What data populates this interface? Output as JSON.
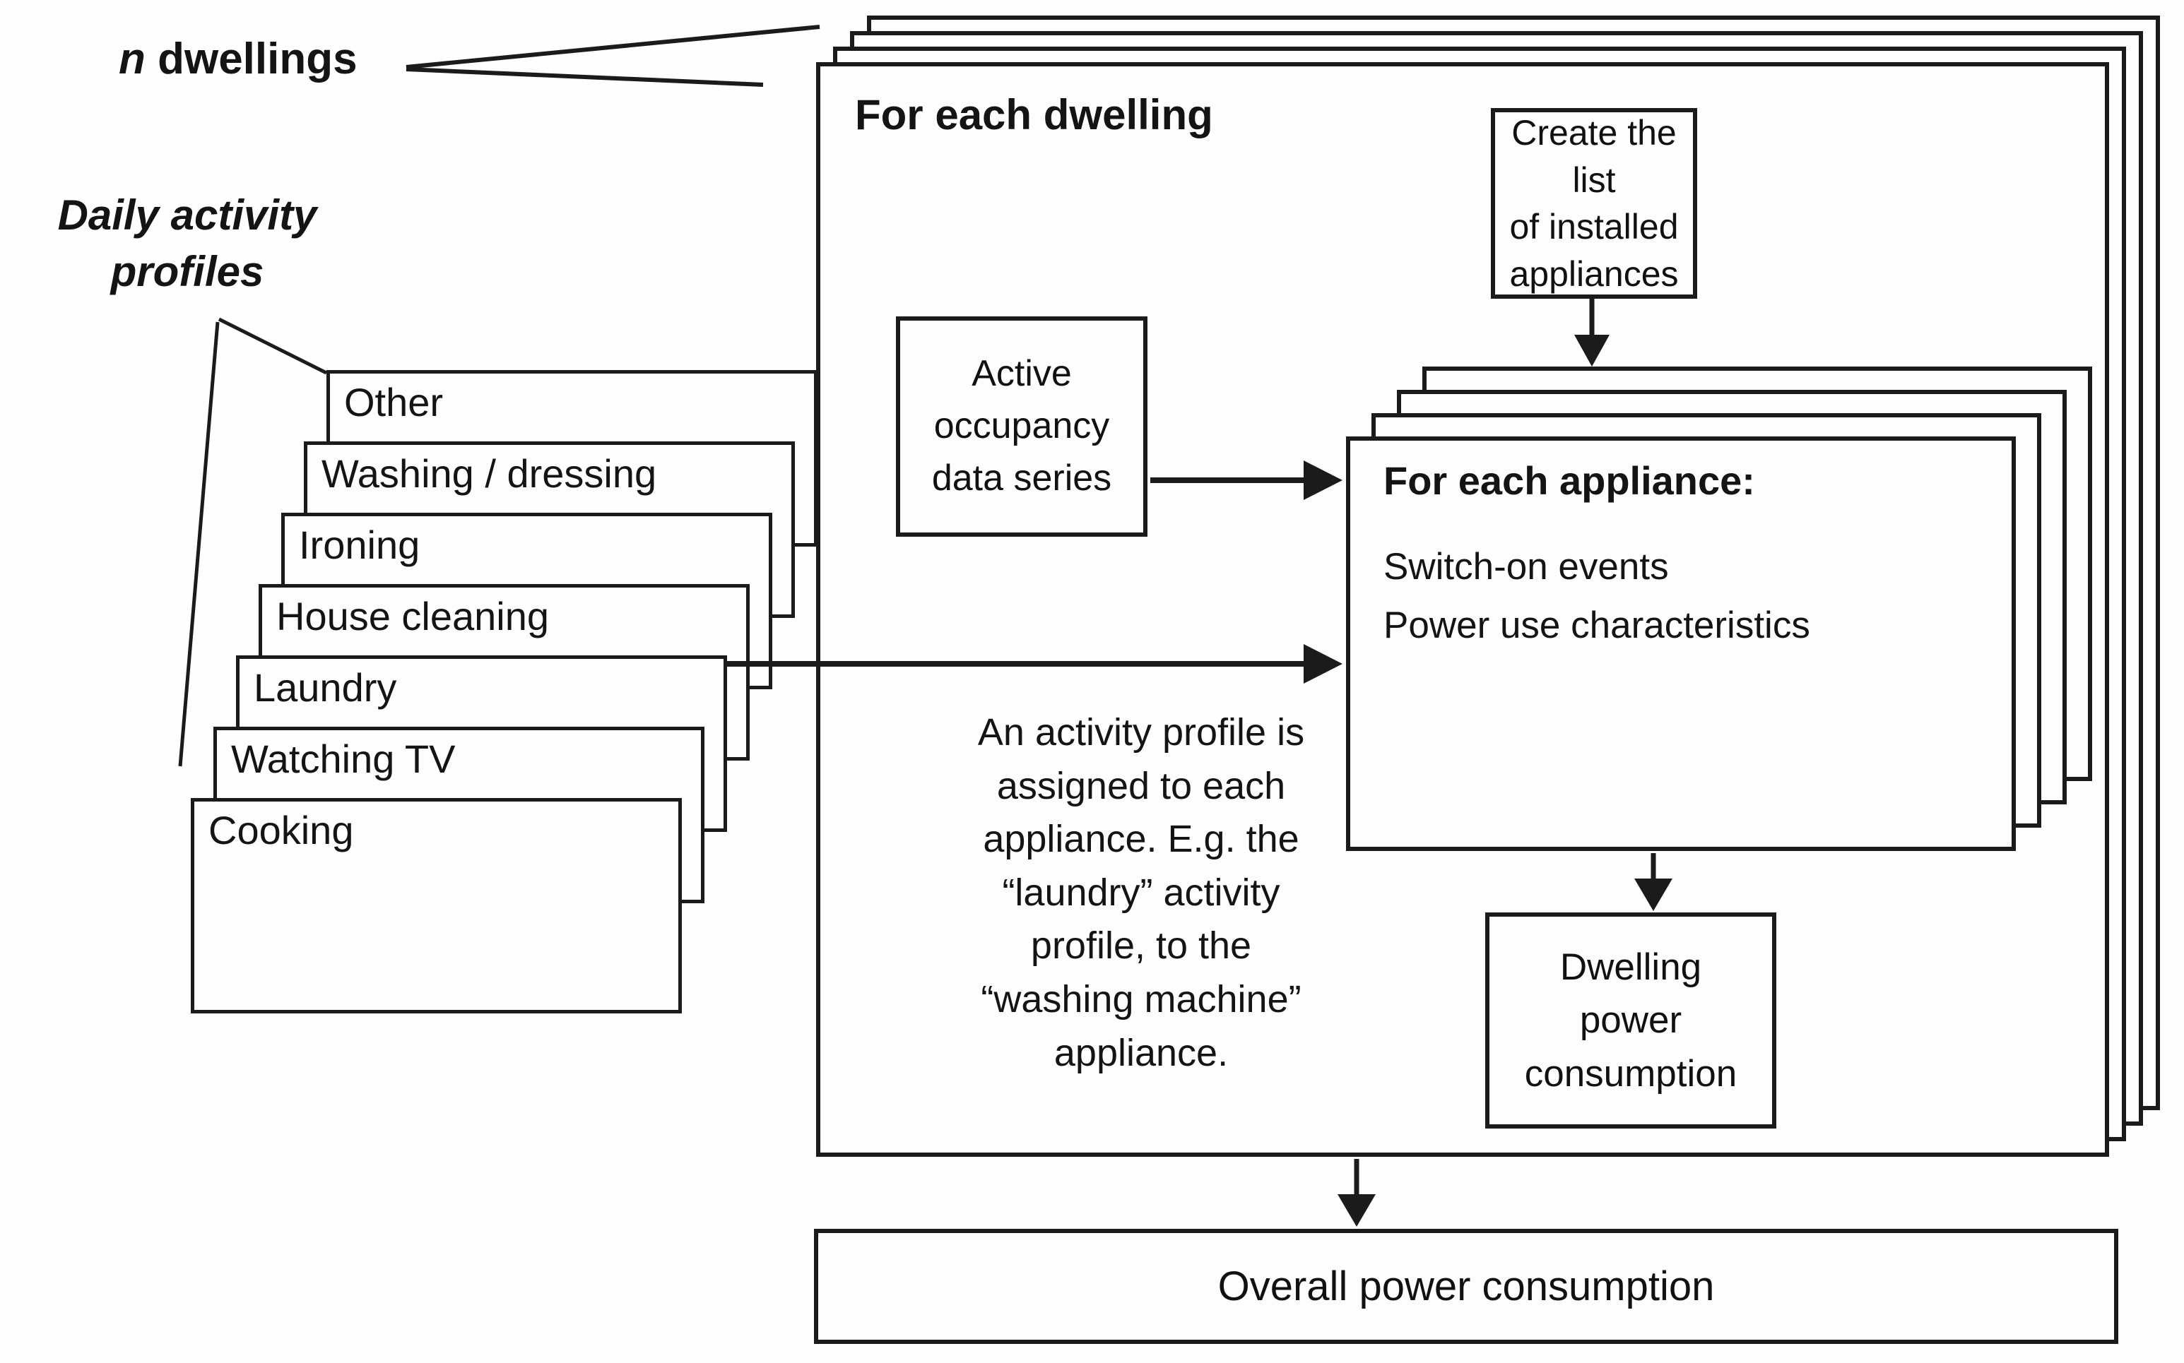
{
  "figure": {
    "type": "flowchart",
    "description": "Stochastic domestic electricity demand model: activity profiles and occupancy drive appliance switch-on events per dwelling, aggregated to overall power consumption"
  },
  "labels": {
    "n_prefix": "n",
    "n_suffix": " dwellings",
    "daily_activity_line1": "Daily activity",
    "daily_activity_line2": "profiles"
  },
  "activity_cards": [
    "Other",
    "Washing / dressing",
    "Ironing",
    "House cleaning",
    "Laundry",
    "Watching TV",
    "Cooking"
  ],
  "dwelling_frame": {
    "title": "For each dwelling"
  },
  "create_list_box": {
    "line1": "Create the list",
    "line2": "of installed",
    "line3": "appliances"
  },
  "active_occupancy_box": {
    "line1": "Active",
    "line2": "occupancy",
    "line3": "data series"
  },
  "appliance_box": {
    "title": "For each appliance:",
    "item1": "Switch-on events",
    "item2": "Power use characteristics"
  },
  "note": {
    "line1": "An activity profile is",
    "line2": "assigned to each",
    "line3": "appliance.  E.g. the",
    "line4": "“laundry” activity",
    "line5": "profile, to the",
    "line6": "“washing machine”",
    "line7": "appliance."
  },
  "dwelling_power_box": {
    "line1": "Dwelling",
    "line2": "power",
    "line3": "consumption"
  },
  "overall_power_box": {
    "label": "Overall power consumption"
  },
  "colors": {
    "ink": "#1b1b1b",
    "paper": "#fdfdfd"
  }
}
